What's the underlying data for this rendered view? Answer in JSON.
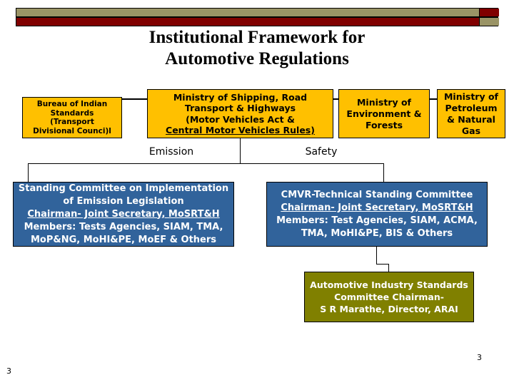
{
  "slide": {
    "page_number_corner": "3",
    "page_number_outer": "3",
    "title_line1": "Institutional Framework for",
    "title_line2": "Automotive Regulations"
  },
  "colors": {
    "deco_olive": "#9A9466",
    "deco_maroon": "#800000",
    "box_yellow": "#FFC000",
    "box_blue": "#31639B",
    "box_olive": "#808000",
    "outline": "#000000",
    "text_dark": "#000000",
    "text_light": "#FFFFFF"
  },
  "chart_data": {
    "type": "diagram",
    "title": "Institutional Framework for Automotive Regulations",
    "nodes": [
      {
        "id": "bis",
        "style": "yellow",
        "lines": [
          {
            "text": "Bureau of Indian",
            "underline": false
          },
          {
            "text": "Standards",
            "underline": false
          },
          {
            "text": "(Transport",
            "underline": false
          },
          {
            "text": "Divisional Counci)l",
            "underline": false
          }
        ]
      },
      {
        "id": "shipping",
        "style": "yellow",
        "lines": [
          {
            "text": "Ministry of Shipping, Road",
            "underline": false
          },
          {
            "text": "Transport & Highways",
            "underline": false
          },
          {
            "text": "(Motor Vehicles Act &",
            "underline": false
          },
          {
            "text": "Central Motor Vehicles Rules)",
            "underline": true
          }
        ]
      },
      {
        "id": "moef",
        "style": "yellow",
        "lines": [
          {
            "text": "Ministry of",
            "underline": false
          },
          {
            "text": "Environment &",
            "underline": false
          },
          {
            "text": "Forests",
            "underline": false
          }
        ]
      },
      {
        "id": "mopng",
        "style": "yellow",
        "lines": [
          {
            "text": "Ministry of",
            "underline": false
          },
          {
            "text": "Petroleum",
            "underline": false
          },
          {
            "text": "& Natural",
            "underline": false
          },
          {
            "text": "Gas",
            "underline": false
          }
        ]
      },
      {
        "id": "emission-committee",
        "style": "blue",
        "lines": [
          {
            "text": "Standing Committee on Implementation",
            "underline": false
          },
          {
            "text": "of Emission Legislation",
            "underline": false
          },
          {
            "text": "Chairman- Joint Secretary, MoSRT&H",
            "underline": true
          },
          {
            "text": "Members: Tests Agencies, SIAM, TMA,",
            "underline": false
          },
          {
            "text": "MoP&NG, MoHI&PE, MoEF & Others",
            "underline": false
          }
        ]
      },
      {
        "id": "cmvr-tsc",
        "style": "blue",
        "lines": [
          {
            "text": "CMVR-Technical Standing Committee",
            "underline": false
          },
          {
            "text": "Chairman- Joint Secretary, MoSRT&H",
            "underline": true
          },
          {
            "text": "Members: Test Agencies, SIAM, ACMA,",
            "underline": false
          },
          {
            "text": "TMA, MoHI&PE, BIS & Others",
            "underline": false
          }
        ]
      },
      {
        "id": "ais-committee",
        "style": "olive",
        "lines": [
          {
            "text": "Automotive Industry Standards",
            "underline": false
          },
          {
            "text": "Committee Chairman-",
            "underline": false
          },
          {
            "text": "S R Marathe, Director, ARAI",
            "underline": false
          }
        ]
      }
    ],
    "branch_labels": [
      {
        "id": "emission",
        "text": "Emission"
      },
      {
        "id": "safety",
        "text": "Safety"
      }
    ],
    "edges": [
      {
        "from": "bis",
        "to": "shipping"
      },
      {
        "from": "shipping",
        "to": "moef"
      },
      {
        "from": "moef",
        "to": "mopng"
      },
      {
        "from": "shipping",
        "to": "emission-committee",
        "label": "Emission"
      },
      {
        "from": "shipping",
        "to": "cmvr-tsc",
        "label": "Safety"
      },
      {
        "from": "cmvr-tsc",
        "to": "ais-committee"
      }
    ]
  }
}
